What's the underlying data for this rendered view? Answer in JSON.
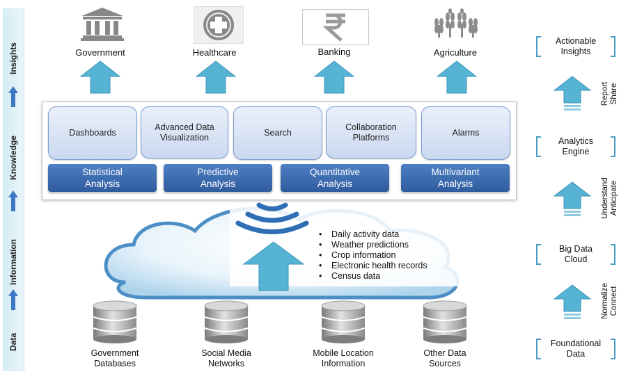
{
  "levels": [
    "Insights",
    "Knowledge",
    "Information",
    "Data"
  ],
  "sectors": [
    {
      "label": "Government",
      "icon": "government-building-icon"
    },
    {
      "label": "Healthcare",
      "icon": "medical-cross-icon"
    },
    {
      "label": "Banking",
      "icon": "rupee-icon"
    },
    {
      "label": "Agriculture",
      "icon": "wheat-icon"
    }
  ],
  "tools": [
    "Dashboards",
    "Advanced Data Visualization",
    "Search",
    "Collaboration Platforms",
    "Alarms"
  ],
  "analyses": [
    "Statistical Analysis",
    "Predictive Analysis",
    "Quantitative Analysis",
    "Multivariant Analysis"
  ],
  "data_items": [
    "Daily activity data",
    "Weather predictions",
    "Crop information",
    "Electronic health records",
    "Census data"
  ],
  "sources": [
    "Government Databases",
    "Social Media Networks",
    "Mobile Location Information",
    "Other Data Sources"
  ],
  "right_column": {
    "stages": [
      "Actionable Insights",
      "Analytics Engine",
      "Big Data Cloud",
      "Foundational Data"
    ],
    "steps": [
      [
        "Report",
        "Share"
      ],
      [
        "Understand",
        "Anticipate"
      ],
      [
        "Normalize",
        "Connect"
      ]
    ]
  },
  "colors": {
    "arrow": "#57b3d3",
    "arrow_dark": "#3a93b8",
    "analysis_bar": "#3a68ab",
    "tool_fill": "#d8e3f4",
    "bracket": "#4a9cc5"
  }
}
